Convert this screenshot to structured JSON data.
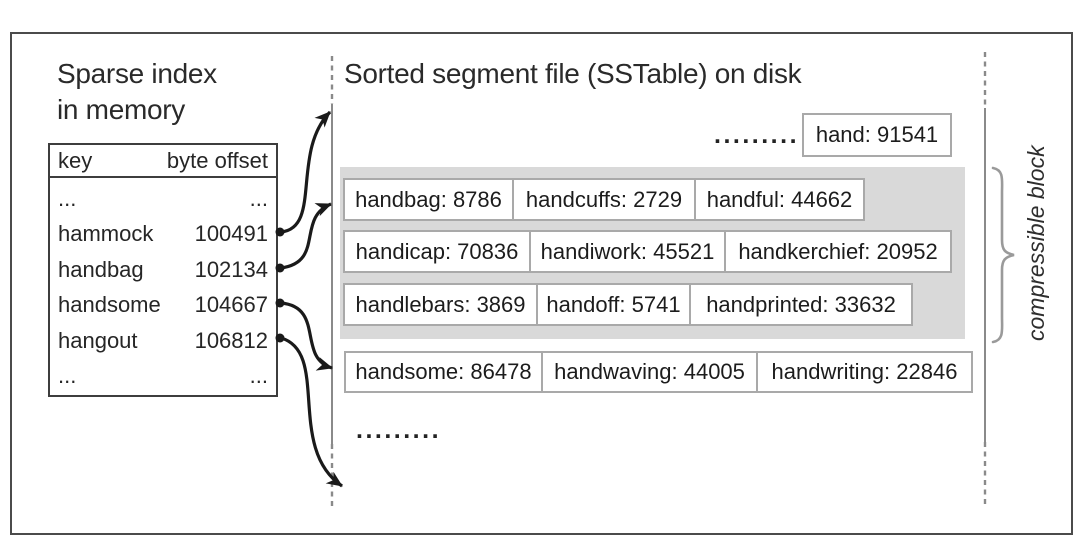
{
  "index": {
    "title": "Sparse index\nin memory",
    "columns": {
      "key": "key",
      "offset": "byte offset"
    },
    "rows": [
      {
        "key": "...",
        "offset": "..."
      },
      {
        "key": "hammock",
        "offset": "100491"
      },
      {
        "key": "handbag",
        "offset": "102134"
      },
      {
        "key": "handsome",
        "offset": "104667"
      },
      {
        "key": "hangout",
        "offset": "106812"
      },
      {
        "key": "...",
        "offset": "..."
      }
    ]
  },
  "sstable": {
    "title": "Sorted segment file (SSTable) on disk",
    "top_ellipsis": ".........",
    "top_record": "hand: 91541",
    "block_rows": [
      [
        "handbag: 8786",
        "handcuffs: 2729",
        "handful: 44662"
      ],
      [
        "handicap: 70836",
        "handiwork: 45521",
        "handkerchief: 20952"
      ],
      [
        "handlebars: 3869",
        "handoff: 5741",
        "handprinted: 33632"
      ]
    ],
    "after_block_row": [
      "handsome: 86478",
      "handwaving: 44005",
      "handwriting: 22846"
    ],
    "bottom_ellipsis": ".........",
    "brace_label": "compressible block"
  },
  "colors": {
    "frame_border": "#4b4b4b",
    "table_border": "#3d3d3d",
    "record_border": "#a9a9a9",
    "gray_block": "#d9d9d9",
    "guide_line": "#8a8a8a",
    "arrow": "#1a1a1a",
    "brace": "#9a9a9a"
  }
}
